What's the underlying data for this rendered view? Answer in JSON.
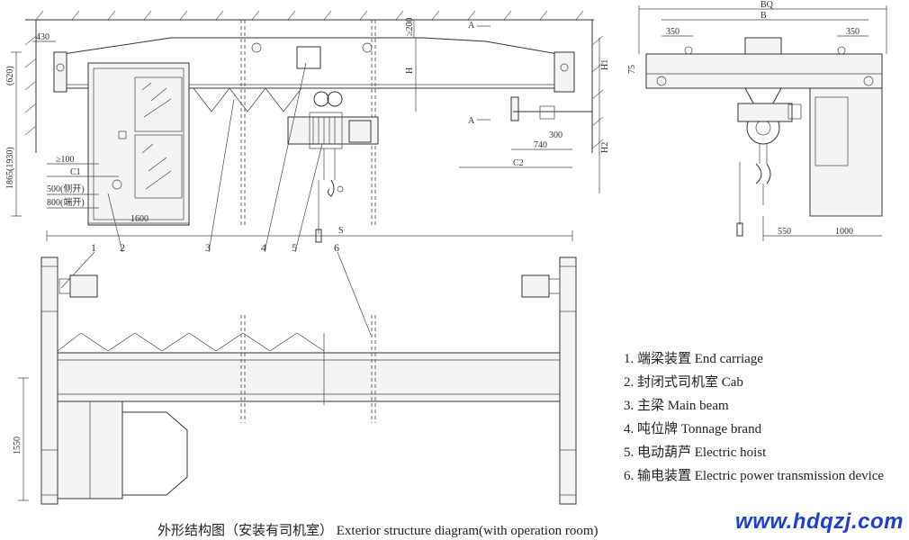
{
  "dimensions": {
    "d430": "430",
    "d620": "(620)",
    "d1865": "1865(1930)",
    "dge100": "≥100",
    "dC1": "C1",
    "d500": "500(侧开)",
    "d800": "800(端开)",
    "d1600": "1600",
    "d200": "≥200",
    "dH": "H",
    "dH1": "H1",
    "dH2": "H2",
    "dC2": "C2",
    "d740": "740",
    "d300": "300",
    "dS": "S",
    "dBQ": "BQ",
    "dB": "B",
    "d350a": "350",
    "d350b": "350",
    "d75": "75",
    "d550": "550",
    "d1000": "1000",
    "d1550": "1550",
    "sectionA": "A",
    "sectionA2": "A"
  },
  "callouts": [
    "1",
    "2",
    "3",
    "4",
    "5",
    "6"
  ],
  "legend": [
    "1. 端梁装置 End carriage",
    "2. 封闭式司机室 Cab",
    "3. 主梁 Main beam",
    "4. 吨位牌 Tonnage brand",
    "5. 电动葫芦 Electric hoist",
    "6. 输电装置 Electric power transmission device"
  ],
  "caption": "外形结构图（安装有司机室） Exterior structure diagram(with operation room)",
  "watermark": "www.hdqzj.com",
  "colors": {
    "watermark": "#1d3fcf",
    "line": "#333333"
  }
}
